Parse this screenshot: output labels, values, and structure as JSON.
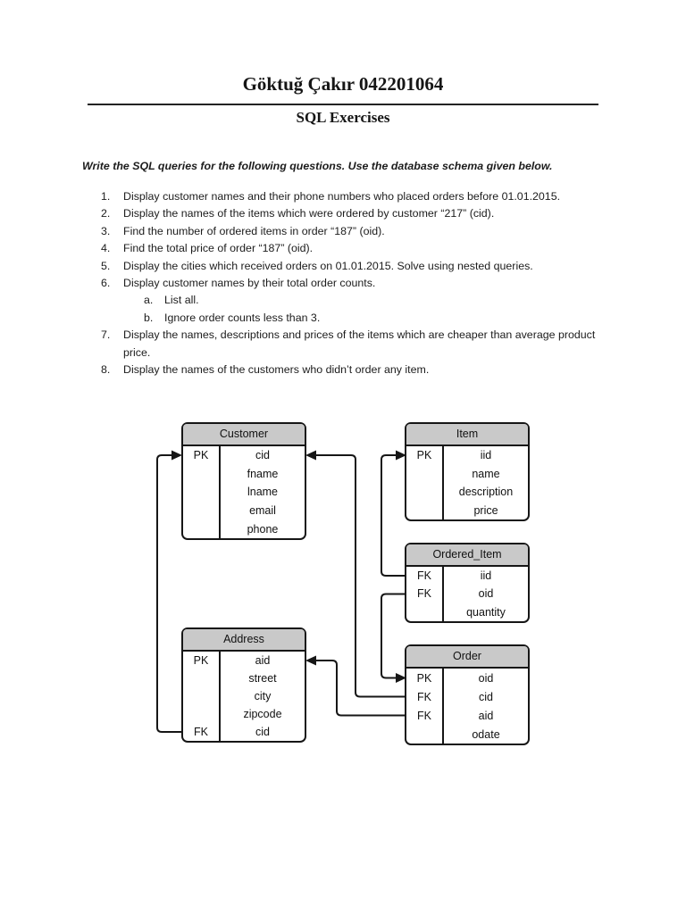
{
  "page": {
    "title": "Göktuğ Çakır 042201064",
    "subtitle": "SQL Exercises",
    "instruction": "Write the SQL queries for the following questions. Use the database schema given below."
  },
  "exercises": [
    {
      "num": "1.",
      "text": "Display customer names and their phone numbers who placed orders before 01.01.2015."
    },
    {
      "num": "2.",
      "text": "Display the names of the items which were ordered by customer “217” (cid)."
    },
    {
      "num": "3.",
      "text": "Find the number of ordered items in order “187” (oid)."
    },
    {
      "num": "4.",
      "text": "Find the total price of order “187” (oid)."
    },
    {
      "num": "5.",
      "text": "Display the cities which received orders on 01.01.2015. Solve using nested queries."
    },
    {
      "num": "6.",
      "text": "Display customer names by their total order counts.",
      "sub": [
        {
          "num": "a.",
          "text": "List all."
        },
        {
          "num": "b.",
          "text": "Ignore order counts less than 3."
        }
      ]
    },
    {
      "num": "7.",
      "text": "Display the names, descriptions and prices of the items which are cheaper than average product price."
    },
    {
      "num": "8.",
      "text": "Display the names of the customers who didn’t order any item."
    }
  ],
  "diagram": {
    "tables": {
      "customer": {
        "title": "Customer",
        "rows": [
          {
            "key": "PK",
            "field": "cid"
          },
          {
            "key": "",
            "field": "fname"
          },
          {
            "key": "",
            "field": "lname"
          },
          {
            "key": "",
            "field": "email"
          },
          {
            "key": "",
            "field": "phone"
          }
        ]
      },
      "item": {
        "title": "Item",
        "rows": [
          {
            "key": "PK",
            "field": "iid"
          },
          {
            "key": "",
            "field": "name"
          },
          {
            "key": "",
            "field": "description"
          },
          {
            "key": "",
            "field": "price"
          }
        ]
      },
      "ordered_item": {
        "title": "Ordered_Item",
        "rows": [
          {
            "key": "FK",
            "field": "iid"
          },
          {
            "key": "FK",
            "field": "oid"
          },
          {
            "key": "",
            "field": "quantity"
          }
        ]
      },
      "order": {
        "title": "Order",
        "rows": [
          {
            "key": "PK",
            "field": "oid"
          },
          {
            "key": "FK",
            "field": "cid"
          },
          {
            "key": "FK",
            "field": "aid"
          },
          {
            "key": "",
            "field": "odate"
          }
        ]
      },
      "address": {
        "title": "Address",
        "rows": [
          {
            "key": "PK",
            "field": "aid"
          },
          {
            "key": "",
            "field": "street"
          },
          {
            "key": "",
            "field": "city"
          },
          {
            "key": "",
            "field": "zipcode"
          },
          {
            "key": "FK",
            "field": "cid"
          }
        ]
      }
    },
    "relations": [
      "Address.cid → Customer.cid",
      "Order.cid → Customer.cid",
      "Ordered_Item.iid → Item.iid",
      "Ordered_Item.oid → Order.oid",
      "Order.aid → Address.aid"
    ]
  },
  "colors": {
    "table_header_gray": "#c9c9c9",
    "line_black": "#161616",
    "text_black": "#1a1a1a"
  }
}
